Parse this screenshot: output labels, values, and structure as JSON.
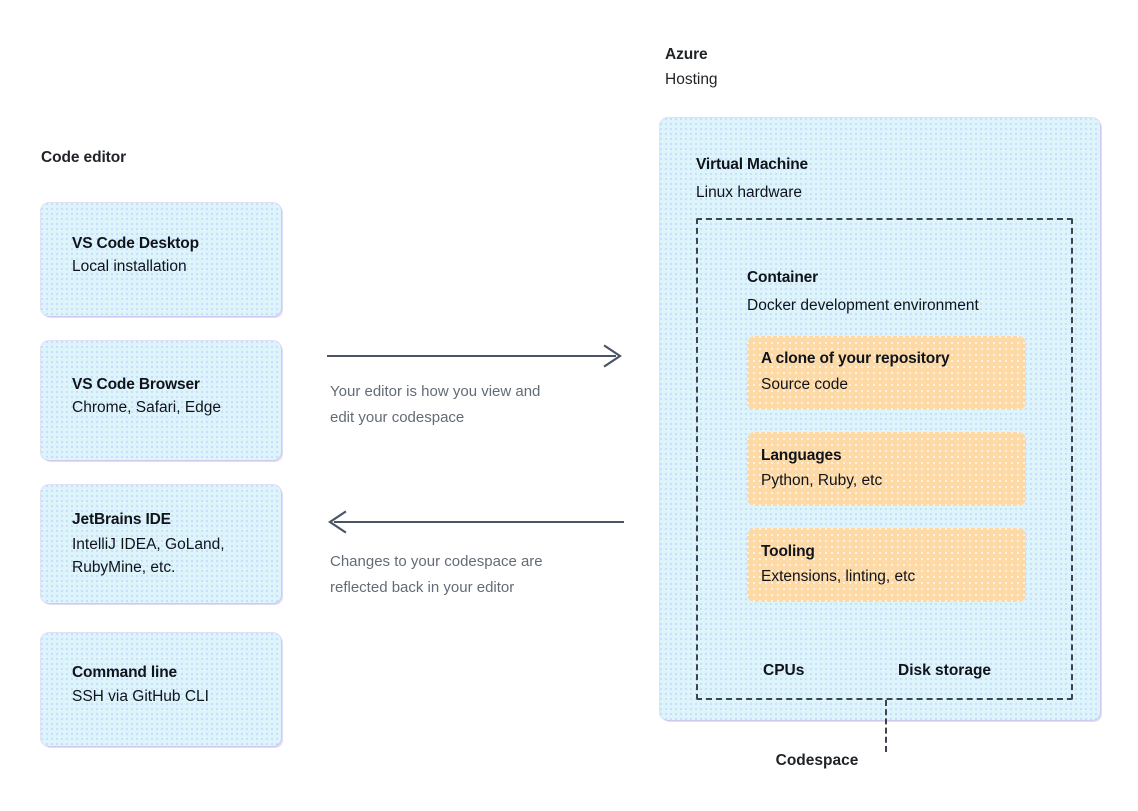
{
  "colors": {
    "card_blue": "#ddf4fb",
    "card_orange": "#fdd9a6",
    "arrow": "#4a5464",
    "caption_text": "#636c76",
    "dashed_border": "#3d444d",
    "text": "#1f2328",
    "background": "#ffffff"
  },
  "left": {
    "section_title": "Code editor",
    "cards": [
      {
        "title": "VS Code Desktop",
        "subtitle_1": "Local installation",
        "subtitle_2": ""
      },
      {
        "title": "VS Code Browser",
        "subtitle_1": "Chrome, Safari, Edge",
        "subtitle_2": ""
      },
      {
        "title": "JetBrains IDE",
        "subtitle_1": "IntelliJ IDEA, GoLand,",
        "subtitle_2": "RubyMine, etc."
      },
      {
        "title": "Command line",
        "subtitle_1": "SSH via GitHub CLI",
        "subtitle_2": ""
      }
    ]
  },
  "middle": {
    "arrows": [
      {
        "direction": "right",
        "caption_line_1": "Your editor is how you view and",
        "caption_line_2": "edit your codespace"
      },
      {
        "direction": "left",
        "caption_line_1": "Changes to your codespace are",
        "caption_line_2": "reflected back in your editor"
      }
    ]
  },
  "right": {
    "section_title": "Azure",
    "section_subtitle": "Hosting",
    "vm": {
      "title": "Virtual Machine",
      "subtitle": "Linux hardware"
    },
    "container": {
      "title": "Container",
      "subtitle": "Docker development environment",
      "cards": [
        {
          "title": "A clone of your repository",
          "subtitle": "Source code"
        },
        {
          "title": "Languages",
          "subtitle": "Python, Ruby, etc"
        },
        {
          "title": "Tooling",
          "subtitle": "Extensions, linting, etc"
        }
      ]
    },
    "hardware": [
      {
        "label": "CPUs"
      },
      {
        "label": "Disk storage"
      }
    ],
    "codespace_label": "Codespace"
  }
}
